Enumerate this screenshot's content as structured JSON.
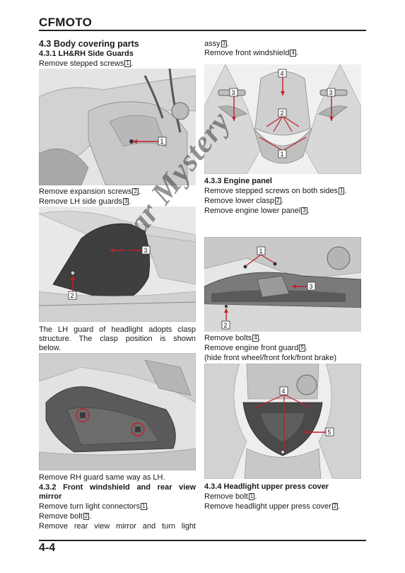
{
  "header": {
    "brand": "CFMOTO"
  },
  "footer": {
    "page": "4-4"
  },
  "left": {
    "section_title": "4.3 Body covering parts",
    "sub1_title": "4.3.1 LH&RH Side Guards",
    "step1_text": "Remove stepped screws",
    "step1_num": "1",
    "step2_text": "Remove expansion screws",
    "step2_num": "2",
    "step3_text": "Remove LH side guards",
    "step3_num": "3",
    "clasp_line1": "The LH guard of headlight adopts clasp",
    "clasp_line2": "structure. The clasp position is shown",
    "clasp_line3": "below.",
    "rh_text": "Remove RH guard same way as LH.",
    "sub2_title_line1": "4.3.2 Front windshield and rear view",
    "sub2_title_line2": "mirror",
    "w1_text": "Remove turn light connectors",
    "w1_num": "1",
    "w2_text": "Remove bolt",
    "w2_num": "2",
    "w3_text": "Remove rear view mirror and turn light"
  },
  "right": {
    "assy_text": "assy",
    "assy_num": "3",
    "windshield_text": "Remove front windshield",
    "windshield_num": "4",
    "sub3_title": "4.3.3 Engine panel",
    "e1_text": "Remove stepped screws on both sides",
    "e1_num": "1",
    "e2_text": "Remove lower clasp",
    "e2_num": "2",
    "e3_text": "Remove engine lower panel",
    "e3_num": "3",
    "b1_text": "Remove bolts",
    "b1_num": "4",
    "b2_text": "Remove engine front guard",
    "b2_num": "5",
    "b3_text": "(hide front wheel/front fork/front brake)",
    "sub4_title": "4.3.4 Headlight upper press cover",
    "h1_text": "Remove bolt",
    "h1_num": "1",
    "h2_text": "Remove headlight upper press cover",
    "h2_num": "2"
  },
  "callouts": {
    "fig1": [
      "1"
    ],
    "fig2": [
      "3",
      "2"
    ],
    "fig4": [
      "4",
      "3",
      "3",
      "2",
      "1"
    ],
    "fig5": [
      "1",
      "3",
      "2"
    ],
    "fig6": [
      "4",
      "5"
    ]
  },
  "watermark": "Amar Mystery",
  "colors": {
    "arrow": "#c0202a",
    "text": "#1a1a1a",
    "photo_bg": "#e6e6e6"
  }
}
